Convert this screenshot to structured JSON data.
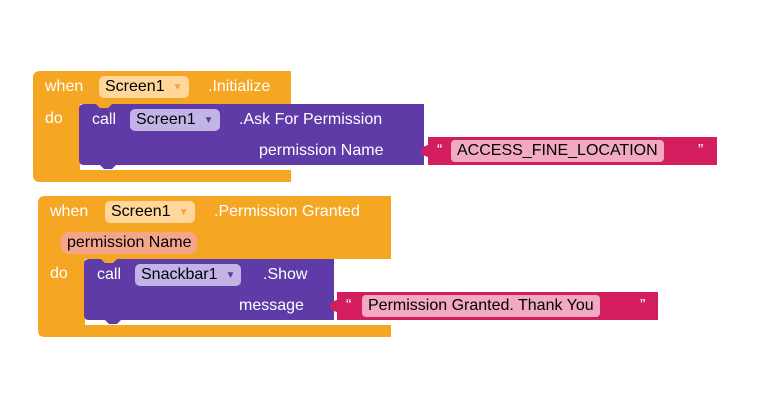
{
  "colors": {
    "event_orange": "#f5a623",
    "call_purple": "#5e3ba6",
    "text_magenta": "#d41d5f"
  },
  "block1": {
    "when": "when",
    "component": "Screen1",
    "event": ".Initialize",
    "do": "do",
    "call": {
      "call_label": "call",
      "component": "Screen1",
      "method": ".Ask For Permission",
      "param_label": "permission Name",
      "open_quote": "“",
      "value": "ACCESS_FINE_LOCATION",
      "close_quote": "”"
    }
  },
  "block2": {
    "when": "when",
    "component": "Screen1",
    "event": ".Permission Granted",
    "param": "permission Name",
    "do": "do",
    "call": {
      "call_label": "call",
      "component": "Snackbar1",
      "method": ".Show",
      "param_label": "message",
      "open_quote": "“",
      "value": "Permission Granted. Thank You",
      "close_quote": "”"
    }
  }
}
